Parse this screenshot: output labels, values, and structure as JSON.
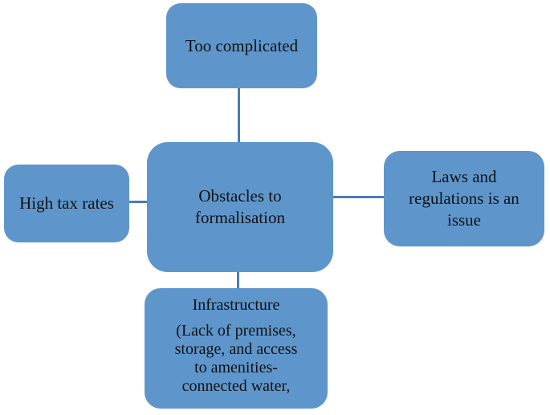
{
  "diagram": {
    "type": "concept-map",
    "background_color": "#ffffff",
    "node_fill_color": "#5e96cc",
    "connector_color": "#4a7cb8",
    "text_color": "#111111",
    "nodes": {
      "center": {
        "lines": [
          "Obstacles to",
          "formalisation"
        ]
      },
      "top": {
        "lines": [
          "Too complicated"
        ]
      },
      "left": {
        "lines": [
          "High tax rates"
        ]
      },
      "right": {
        "lines": [
          "Laws and",
          "regulations is an",
          "issue"
        ]
      },
      "bottom": {
        "title": "Infrastructure",
        "body_lines": [
          "(Lack of premises,",
          "storage, and access",
          "to amenities-",
          "connected water,"
        ]
      }
    },
    "connectors": [
      {
        "from": "top",
        "to": "center",
        "orientation": "vertical"
      },
      {
        "from": "left",
        "to": "center",
        "orientation": "horizontal"
      },
      {
        "from": "center",
        "to": "right",
        "orientation": "horizontal"
      },
      {
        "from": "center",
        "to": "bottom",
        "orientation": "vertical"
      }
    ]
  }
}
